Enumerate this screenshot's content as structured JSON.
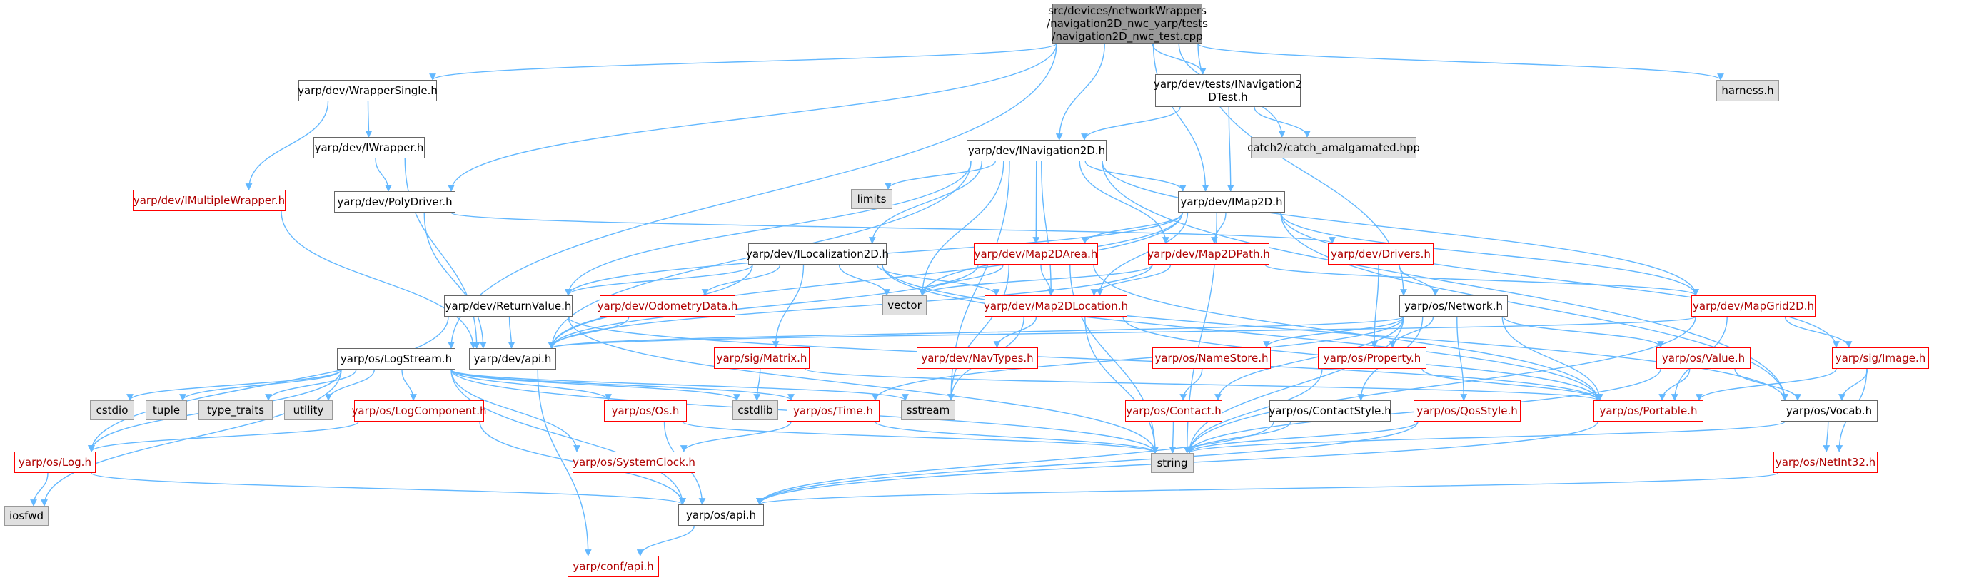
{
  "graph": {
    "edge_color": "#63b8ff",
    "colors": {
      "node_fill": "#ffffff",
      "node_border": "#666666",
      "system_fill": "#e0e0e0",
      "truncated_border": "#ff0000",
      "root_fill": "#999999"
    },
    "nodes": {
      "root": "src/devices/networkWrappers\n/navigation2D_nwc_yarp/tests\n/navigation2D_nwc_test.cpp",
      "wrappersingle": "yarp/dev/WrapperSingle.h",
      "inavtest": "yarp/dev/tests/INavigation2\nDTest.h",
      "harness": "harness.h",
      "iwrapper": "yarp/dev/IWrapper.h",
      "catch2": "catch2/catch_amalgamated.hpp",
      "inav2d": "yarp/dev/INavigation2D.h",
      "imultiple": "yarp/dev/IMultipleWrapper.h",
      "polydriver": "yarp/dev/PolyDriver.h",
      "limits": "limits",
      "imap2d": "yarp/dev/IMap2D.h",
      "iloc2d": "yarp/dev/ILocalization2D.h",
      "map2darea": "yarp/dev/Map2DArea.h",
      "map2dpath": "yarp/dev/Map2DPath.h",
      "drivers": "yarp/dev/Drivers.h",
      "vector": "vector",
      "returnvalue": "yarp/dev/ReturnValue.h",
      "odometry": "yarp/dev/OdometryData.h",
      "map2dloc": "yarp/dev/Map2DLocation.h",
      "network": "yarp/os/Network.h",
      "mapgrid": "yarp/dev/MapGrid2D.h",
      "devapi": "yarp/dev/api.h",
      "logstream": "yarp/os/LogStream.h",
      "matrix": "yarp/sig/Matrix.h",
      "navtypes": "yarp/dev/NavTypes.h",
      "namestore": "yarp/os/NameStore.h",
      "property": "yarp/os/Property.h",
      "value": "yarp/os/Value.h",
      "image": "yarp/sig/Image.h",
      "cstdio": "cstdio",
      "tuple": "tuple",
      "type_traits": "type_traits",
      "utility": "utility",
      "cstdlib": "cstdlib",
      "time": "yarp/os/Time.h",
      "sstream": "sstream",
      "portable": "yarp/os/Portable.h",
      "vocab": "yarp/os/Vocab.h",
      "logcomponent": "yarp/os/LogComponent.h",
      "os": "yarp/os/Os.h",
      "contact": "yarp/os/Contact.h",
      "contactstyle": "yarp/os/ContactStyle.h",
      "qosstyle": "yarp/os/QosStyle.h",
      "log": "yarp/os/Log.h",
      "systemclock": "yarp/os/SystemClock.h",
      "string": "string",
      "netint32": "yarp/os/NetInt32.h",
      "iosfwd": "iosfwd",
      "osapi": "yarp/os/api.h",
      "confapi": "yarp/conf/api.h"
    },
    "edges": [
      [
        "root",
        "wrappersingle"
      ],
      [
        "root",
        "inavtest"
      ],
      [
        "root",
        "harness"
      ],
      [
        "root",
        "catch2"
      ],
      [
        "root",
        "inav2d"
      ],
      [
        "root",
        "polydriver"
      ],
      [
        "root",
        "imap2d"
      ],
      [
        "root",
        "network"
      ],
      [
        "root",
        "logstream"
      ],
      [
        "wrappersingle",
        "iwrapper"
      ],
      [
        "wrappersingle",
        "imultiple"
      ],
      [
        "iwrapper",
        "polydriver"
      ],
      [
        "iwrapper",
        "devapi"
      ],
      [
        "imultiple",
        "devapi"
      ],
      [
        "inavtest",
        "inav2d"
      ],
      [
        "inavtest",
        "imap2d"
      ],
      [
        "inavtest",
        "catch2"
      ],
      [
        "polydriver",
        "drivers"
      ],
      [
        "polydriver",
        "devapi"
      ],
      [
        "inav2d",
        "limits"
      ],
      [
        "inav2d",
        "imap2d"
      ],
      [
        "inav2d",
        "iloc2d"
      ],
      [
        "inav2d",
        "map2darea"
      ],
      [
        "inav2d",
        "map2dpath"
      ],
      [
        "inav2d",
        "vector"
      ],
      [
        "inav2d",
        "returnvalue"
      ],
      [
        "inav2d",
        "map2dloc"
      ],
      [
        "inav2d",
        "devapi"
      ],
      [
        "inav2d",
        "mapgrid"
      ],
      [
        "inav2d",
        "vocab"
      ],
      [
        "inav2d",
        "sstream"
      ],
      [
        "imap2d",
        "map2darea"
      ],
      [
        "imap2d",
        "map2dpath"
      ],
      [
        "imap2d",
        "mapgrid"
      ],
      [
        "imap2d",
        "map2dloc"
      ],
      [
        "imap2d",
        "vector"
      ],
      [
        "imap2d",
        "returnvalue"
      ],
      [
        "imap2d",
        "devapi"
      ],
      [
        "imap2d",
        "string"
      ],
      [
        "imap2d",
        "image"
      ],
      [
        "imap2d",
        "vocab"
      ],
      [
        "iloc2d",
        "odometry"
      ],
      [
        "iloc2d",
        "map2dloc"
      ],
      [
        "iloc2d",
        "matrix"
      ],
      [
        "iloc2d",
        "returnvalue"
      ],
      [
        "iloc2d",
        "devapi"
      ],
      [
        "iloc2d",
        "vector"
      ],
      [
        "iloc2d",
        "portable"
      ],
      [
        "iloc2d",
        "vocab"
      ],
      [
        "map2darea",
        "map2dloc"
      ],
      [
        "map2darea",
        "vector"
      ],
      [
        "map2darea",
        "devapi"
      ],
      [
        "map2darea",
        "string"
      ],
      [
        "map2darea",
        "sstream"
      ],
      [
        "map2darea",
        "portable"
      ],
      [
        "map2dpath",
        "map2dloc"
      ],
      [
        "map2dpath",
        "vector"
      ],
      [
        "map2dpath",
        "devapi"
      ],
      [
        "map2dpath",
        "mapgrid"
      ],
      [
        "drivers",
        "network"
      ],
      [
        "drivers",
        "property"
      ],
      [
        "returnvalue",
        "devapi"
      ],
      [
        "returnvalue",
        "log"
      ],
      [
        "returnvalue",
        "string"
      ],
      [
        "returnvalue",
        "portable"
      ],
      [
        "odometry",
        "devapi"
      ],
      [
        "map2dloc",
        "navtypes"
      ],
      [
        "map2dloc",
        "string"
      ],
      [
        "map2dloc",
        "sstream"
      ],
      [
        "map2dloc",
        "portable"
      ],
      [
        "network",
        "devapi"
      ],
      [
        "network",
        "namestore"
      ],
      [
        "network",
        "property"
      ],
      [
        "network",
        "value"
      ],
      [
        "network",
        "contact"
      ],
      [
        "network",
        "contactstyle"
      ],
      [
        "network",
        "qosstyle"
      ],
      [
        "network",
        "portable"
      ],
      [
        "network",
        "time"
      ],
      [
        "network",
        "string"
      ],
      [
        "mapgrid",
        "devapi"
      ],
      [
        "mapgrid",
        "image"
      ],
      [
        "mapgrid",
        "portable"
      ],
      [
        "mapgrid",
        "string"
      ],
      [
        "devapi",
        "confapi"
      ],
      [
        "logstream",
        "cstdio"
      ],
      [
        "logstream",
        "tuple"
      ],
      [
        "logstream",
        "type_traits"
      ],
      [
        "logstream",
        "utility"
      ],
      [
        "logstream",
        "cstdlib"
      ],
      [
        "logstream",
        "sstream"
      ],
      [
        "logstream",
        "time"
      ],
      [
        "logstream",
        "logcomponent"
      ],
      [
        "logstream",
        "os"
      ],
      [
        "logstream",
        "systemclock"
      ],
      [
        "logstream",
        "log"
      ],
      [
        "logstream",
        "osapi"
      ],
      [
        "logstream",
        "string"
      ],
      [
        "logstream",
        "iosfwd"
      ],
      [
        "matrix",
        "cstdlib"
      ],
      [
        "matrix",
        "portable"
      ],
      [
        "namestore",
        "contact"
      ],
      [
        "property",
        "portable"
      ],
      [
        "property",
        "string"
      ],
      [
        "value",
        "portable"
      ],
      [
        "value",
        "vocab"
      ],
      [
        "value",
        "string"
      ],
      [
        "image",
        "portable"
      ],
      [
        "image",
        "vocab"
      ],
      [
        "image",
        "netint32"
      ],
      [
        "time",
        "systemclock"
      ],
      [
        "time",
        "string"
      ],
      [
        "portable",
        "osapi"
      ],
      [
        "vocab",
        "string"
      ],
      [
        "vocab",
        "netint32"
      ],
      [
        "logcomponent",
        "log"
      ],
      [
        "logcomponent",
        "osapi"
      ],
      [
        "os",
        "osapi"
      ],
      [
        "os",
        "string"
      ],
      [
        "contact",
        "string"
      ],
      [
        "contactstyle",
        "osapi"
      ],
      [
        "contactstyle",
        "string"
      ],
      [
        "qosstyle",
        "osapi"
      ],
      [
        "qosstyle",
        "string"
      ],
      [
        "log",
        "iosfwd"
      ],
      [
        "log",
        "osapi"
      ],
      [
        "netint32",
        "osapi"
      ],
      [
        "osapi",
        "confapi"
      ]
    ]
  }
}
